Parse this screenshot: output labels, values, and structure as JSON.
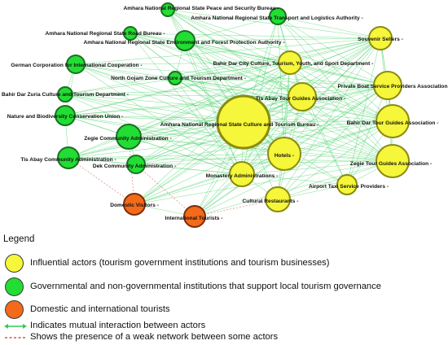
{
  "colors": {
    "influential": "#f6f63a",
    "influential_border": "#8a8a10",
    "support": "#22dd33",
    "support_border": "#1b6f23",
    "tourists": "#f26a1a",
    "tourists_border": "#7d2c05",
    "strong_edge": "#33cc55",
    "weak_edge": "#c0392b"
  },
  "nodes": [
    {
      "id": "peace",
      "label": "Amhara National Regional State Peace and Security Bureau -",
      "group": "support"
    },
    {
      "id": "transport",
      "label": "Amhara National Regional State Transport and Logistics Authority -",
      "group": "support"
    },
    {
      "id": "road",
      "label": "Amhara National Regional State Road Bureau -",
      "group": "support"
    },
    {
      "id": "env",
      "label": "Amhara National Regional State Environment and Forest Protection Authority -",
      "group": "support"
    },
    {
      "id": "souvenir",
      "label": "Souvenir Sellers -",
      "group": "influential"
    },
    {
      "id": "giz",
      "label": "German Corporation for International Cooperation -",
      "group": "support"
    },
    {
      "id": "bahirdar_culture",
      "label": "Bahir Dar City Culture, Tourism, Youth, and Sport Department -",
      "group": "influential"
    },
    {
      "id": "gojam",
      "label": "North Gojam Zone Culture and Tourism Department -",
      "group": "support"
    },
    {
      "id": "boat",
      "label": "Private Boat Service Providers Association",
      "group": "influential"
    },
    {
      "id": "zuria",
      "label": "Bahir Dar Zuria Culture and Tourism Department -",
      "group": "support"
    },
    {
      "id": "tisabay_guides",
      "label": "Tis Abay Tour Guides Association -",
      "group": "influential"
    },
    {
      "id": "nbcu",
      "label": "Nature and Biodiversity Conservation Union -",
      "group": "support"
    },
    {
      "id": "bureau",
      "label": "Amhara National Regional State Culture and Tourism Bureau -",
      "group": "influential"
    },
    {
      "id": "bahirdar_guides",
      "label": "Bahir Dar Tour Guides Association -",
      "group": "influential"
    },
    {
      "id": "zegie_admin",
      "label": "Zegie Community Administration -",
      "group": "support"
    },
    {
      "id": "hotels",
      "label": "Hotels -",
      "group": "influential"
    },
    {
      "id": "tisabay_admin",
      "label": "Tis Abay Community Administration -",
      "group": "support"
    },
    {
      "id": "dek_admin",
      "label": "Dek Community Administration -",
      "group": "support"
    },
    {
      "id": "zegie_guides",
      "label": "Zegie Tour Guides Association -",
      "group": "influential"
    },
    {
      "id": "monastery",
      "label": "Monastery Administrations -",
      "group": "influential"
    },
    {
      "id": "airport_taxi",
      "label": "Airport Taxi Service Providers -",
      "group": "influential"
    },
    {
      "id": "restaurants",
      "label": "Cultural Restaurants -",
      "group": "influential"
    },
    {
      "id": "domestic",
      "label": "Domestic Visitors -",
      "group": "tourists"
    },
    {
      "id": "international",
      "label": "International Tourists -",
      "group": "tourists"
    }
  ],
  "legend": {
    "title": "Legend",
    "items": [
      {
        "label": "Influential actors (tourism government institutions and tourism businesses)"
      },
      {
        "label": "Governmental and non-governmental institutions that support local tourism governance"
      },
      {
        "label": "Domestic and international tourists"
      }
    ],
    "mutual_label": "Indicates mutual interaction between actors",
    "weak_label": "Shows the presence of a weak network between some actors"
  }
}
